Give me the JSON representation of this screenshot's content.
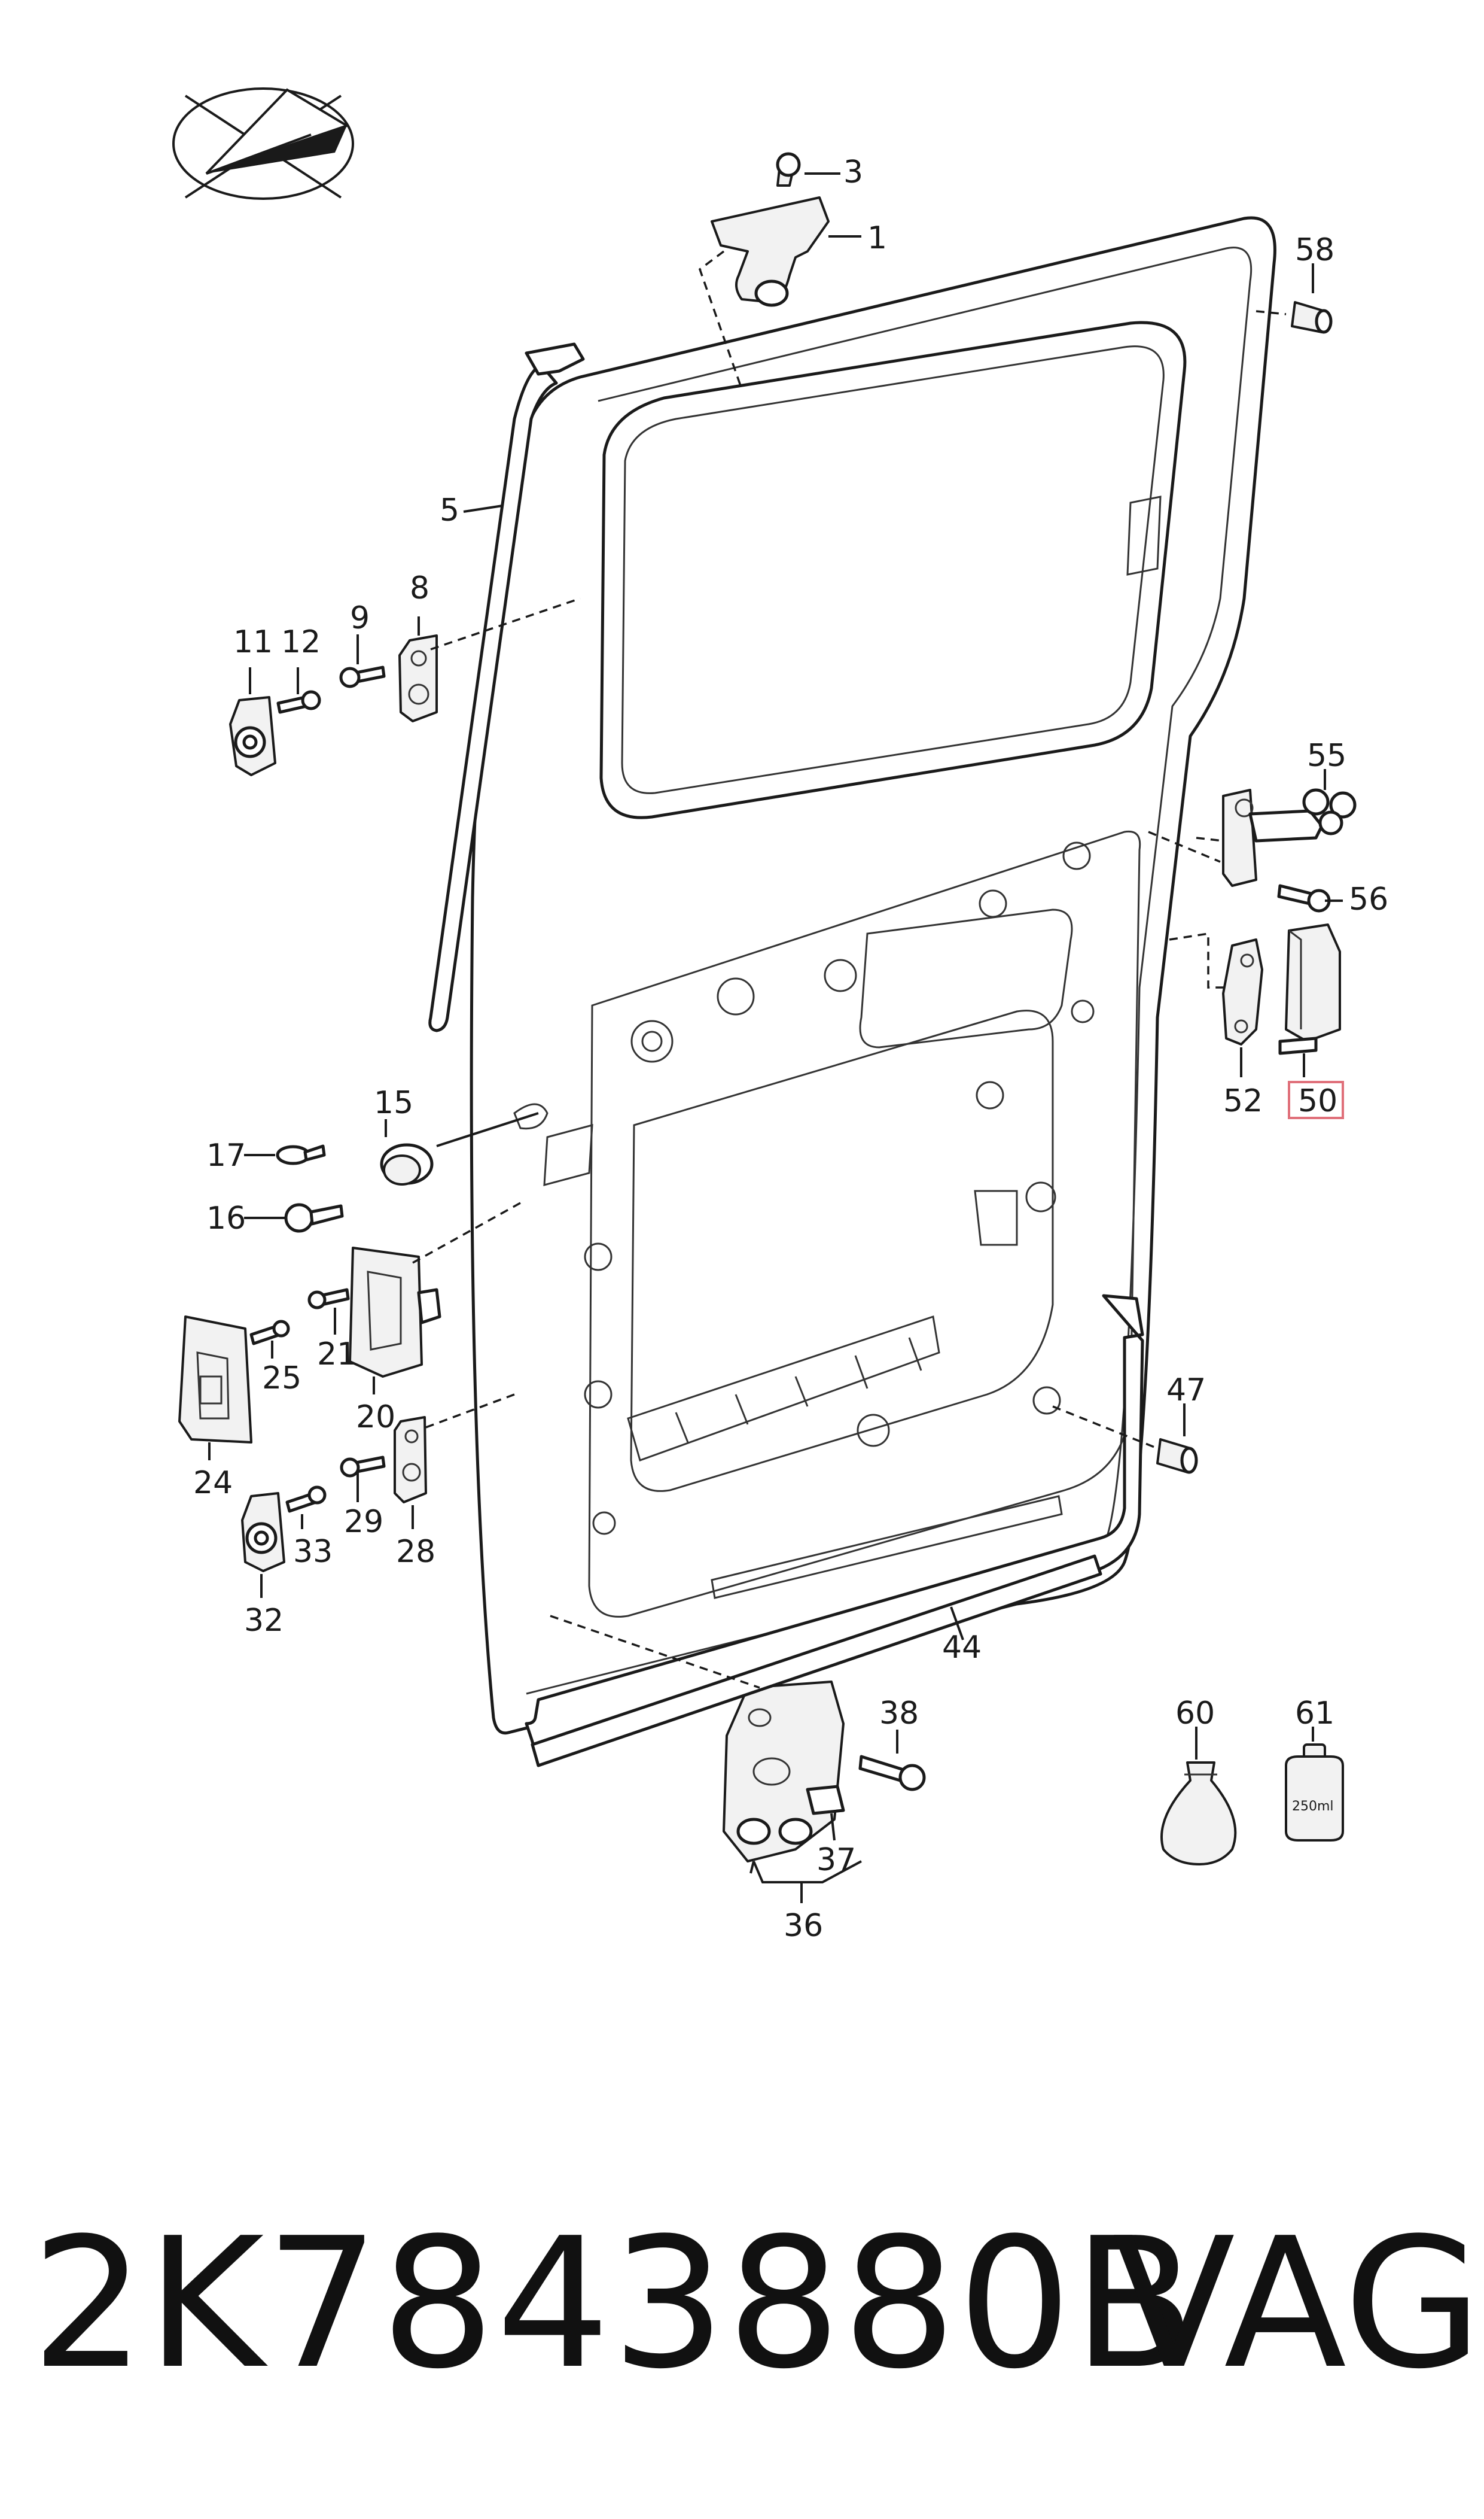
{
  "callouts": {
    "c1": "1",
    "c3": "3",
    "c5": "5",
    "c8": "8",
    "c9": "9",
    "c11": "11",
    "c12": "12",
    "c15": "15",
    "c16": "16",
    "c17": "17",
    "c20": "20",
    "c21": "21",
    "c24": "24",
    "c25": "25",
    "c28": "28",
    "c29": "29",
    "c32": "32",
    "c33": "33",
    "c36": "36",
    "c37": "37",
    "c38": "38",
    "c44": "44",
    "c47": "47",
    "c50": "50",
    "c52": "52",
    "c55": "55",
    "c56": "56",
    "c58": "58",
    "c60": "60",
    "c61": "61"
  },
  "bottle_label": "250ml",
  "footer": {
    "part_number": "2K7843880B",
    "brand": "VAG"
  },
  "colors": {
    "highlight": "#e0707a",
    "ink": "#1a1a1a"
  },
  "icons": {
    "logo": "paper-plane-logo-icon"
  }
}
